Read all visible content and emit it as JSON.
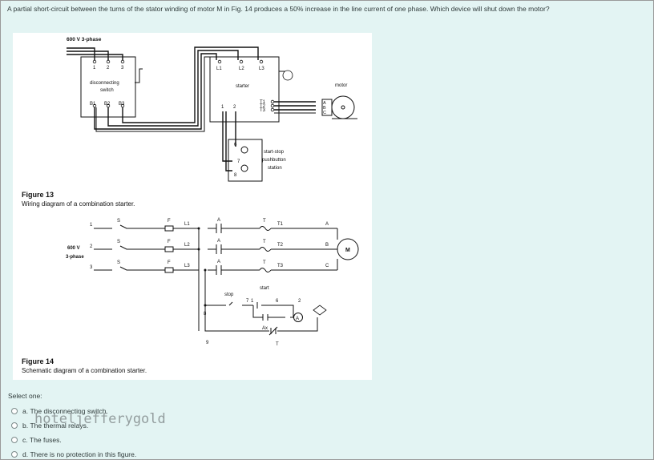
{
  "question": {
    "text": "A partial short-circuit between the turns of the stator winding of motor M in Fig. 14 produces a 50% increase in the line current of one phase. Which device will shut down the motor?"
  },
  "figure13": {
    "supply_label": "600 V  3-phase",
    "terminals_top": [
      "1",
      "2",
      "3"
    ],
    "switch_label_1": "disconnecting",
    "switch_label_2": "switch",
    "switch_outputs": [
      "B1",
      "B2",
      "B3"
    ],
    "starter_inputs": [
      "L1",
      "L2",
      "L3"
    ],
    "starter_label": "starter",
    "starter_aux": [
      "1",
      "2"
    ],
    "starter_outputs": [
      "T1",
      "T2",
      "T3"
    ],
    "motor_label": "motor",
    "motor_leads": [
      "A",
      "B",
      "C"
    ],
    "station_terminals": [
      "6",
      "7",
      "8"
    ],
    "station_label_1": "start-stop",
    "station_label_2": "pushbutton",
    "station_label_3": "station",
    "title": "Figure 13",
    "caption": "Wiring diagram of a combination starter."
  },
  "figure14": {
    "line_numbers": [
      "1",
      "2",
      "3"
    ],
    "switch_letter": "S",
    "fuse_letter": "F",
    "line_labels": [
      "L1",
      "L2",
      "L3"
    ],
    "contact_letter": "A",
    "overload_letter": "T",
    "overload_labels": [
      "T1",
      "T2",
      "T3"
    ],
    "motor_leads": [
      "A",
      "B",
      "C"
    ],
    "motor_symbol": "M",
    "supply_label_1": "600 V",
    "supply_label_2": "3-phase",
    "start_label": "start",
    "stop_label": "stop",
    "control_terminals": [
      "7",
      "1",
      "6",
      "2"
    ],
    "aux_contact": "Ax",
    "relay_symbol": "A",
    "terminal_8": "8",
    "terminal_9": "9",
    "ol_contact": "T",
    "title": "Figure 14",
    "caption": "Schematic diagram of a combination starter."
  },
  "answers": {
    "prompt": "Select one:",
    "options": [
      {
        "letter": "a.",
        "text": "The disconnecting switch."
      },
      {
        "letter": "b.",
        "text": "The thermal relays."
      },
      {
        "letter": "c.",
        "text": "The fuses."
      },
      {
        "letter": "d.",
        "text": "There is no protection in this figure."
      }
    ]
  },
  "watermark": "hoteljefferygold"
}
